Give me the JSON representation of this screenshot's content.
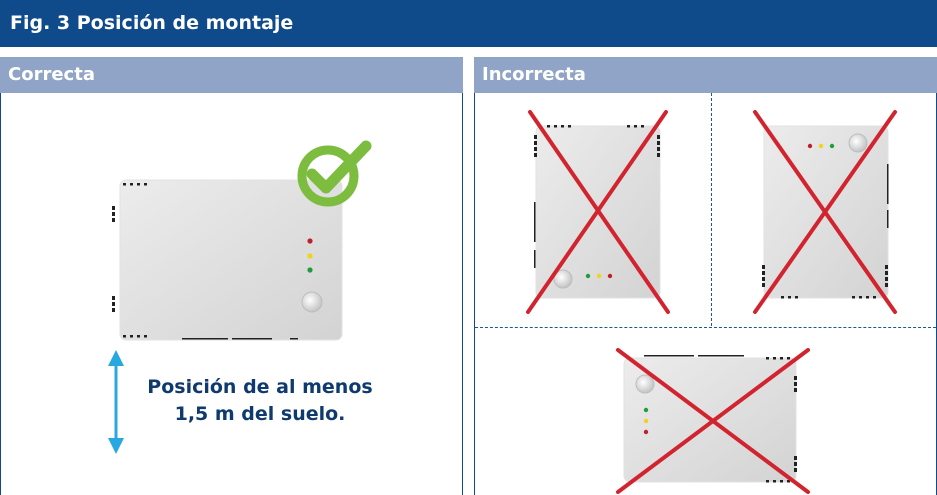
{
  "figure": {
    "title": "Fig. 3 Posición de montaje",
    "correct_header": "Correcta",
    "incorrect_header": "Incorrecta",
    "note_line1": "Posición de al menos",
    "note_line2": "1,5 m del suelo."
  },
  "colors": {
    "title_bar": "#0f4a8a",
    "header_bar": "#8fa4c6",
    "check": "#7cbd3f",
    "cross": "#d1242f",
    "arrow": "#28a8e0",
    "led_red": "#c0202b",
    "led_yellow": "#f2d21b",
    "led_green": "#1e9e3b"
  },
  "icons": {
    "correct_mark": "checkmark-circle-icon",
    "incorrect_mark": "red-x-icon",
    "height_arrow": "double-arrow-icon"
  }
}
